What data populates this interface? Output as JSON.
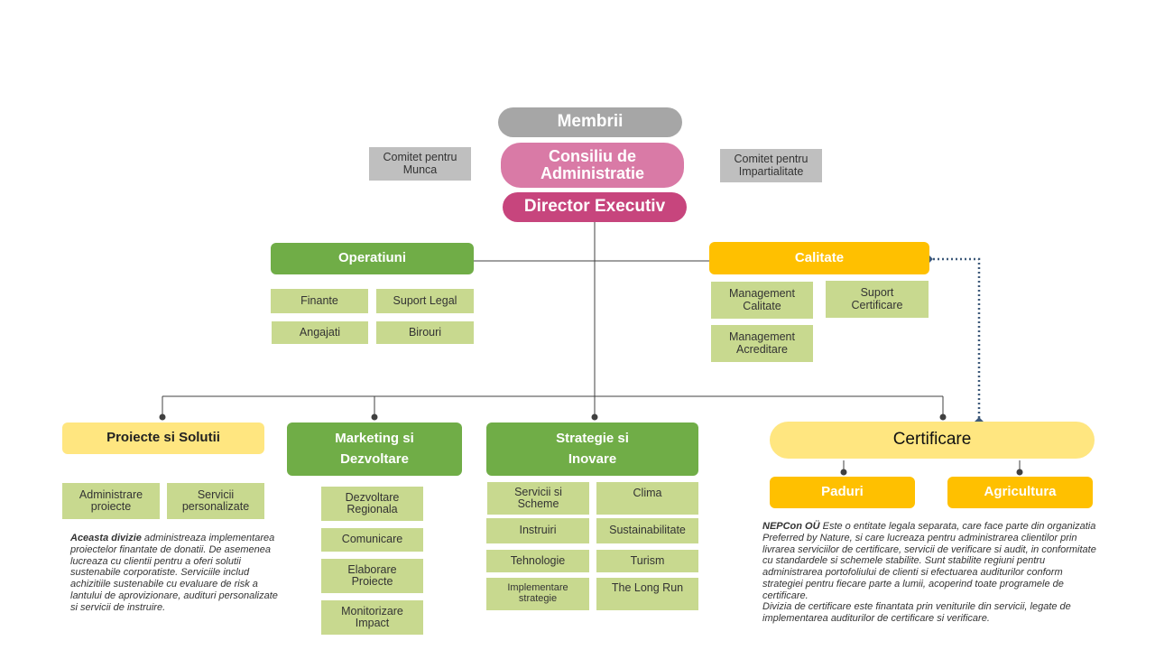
{
  "top": {
    "members": "Membrii",
    "board_line1": "Consiliu de",
    "board_line2": "Administratie",
    "director": "Director Executiv"
  },
  "committees": {
    "work_line1": "Comitet pentru",
    "work_line2": "Munca",
    "impartiality_line1": "Comitet pentru",
    "impartiality_line2": "Impartialitate"
  },
  "operations": {
    "title": "Operatiuni",
    "items": [
      "Finante",
      "Suport Legal",
      "Angajati",
      "Birouri"
    ]
  },
  "quality": {
    "title": "Calitate",
    "mgmt_quality": [
      "Management",
      "Calitate"
    ],
    "support_cert": [
      "Suport",
      "Certificare"
    ],
    "mgmt_accred": [
      "Management",
      "Acreditare"
    ]
  },
  "projects": {
    "title": "Proiecte si Solutii",
    "admin": [
      "Administrare",
      "proiecte"
    ],
    "services": [
      "Servicii",
      "personalizate"
    ],
    "note_bold": "Aceasta divizie",
    "note_text": " administreaza implementarea proiectelor finantate de donatii. De asemenea lucreaza cu clientii pentru a oferi solutii sustenabile corporatiste. Serviciile includ achizitiile sustenabile cu evaluare de risk a lantului de aprovizionare, audituri personalizate si servicii de instruire."
  },
  "marketing": {
    "title_line1": "Marketing si",
    "title_line2": "Dezvoltare",
    "regional": [
      "Dezvoltare",
      "Regionala"
    ],
    "communication": "Comunicare",
    "proposals": [
      "Elaborare",
      "Proiecte"
    ],
    "impact": [
      "Monitorizare",
      "Impact"
    ]
  },
  "strategy": {
    "title_line1": "Strategie si",
    "title_line2": "Inovare",
    "schemes": [
      "Servicii si",
      "Scheme"
    ],
    "climate": "Clima",
    "tools": "Instruiri",
    "sustainability": "Sustainabilitate",
    "technology": "Tehnologie",
    "tourism": "Turism",
    "implementation": [
      "Implementare",
      "strategie"
    ],
    "long_run": "The Long Run"
  },
  "certification": {
    "title": "Certificare",
    "forests": "Paduri",
    "agriculture": "Agricultura",
    "note_bold": "NEPCon OÜ",
    "note_text": " Este o entitate legala separata, care face parte din organizatia Preferred by Nature, si care lucreaza pentru administrarea clientilor prin livrarea serviciilor de certificare, servicii de verificare si audit, in conformitate cu standardele si schemele stabilite. Sunt stabilite regiuni pentru administrarea portofoliului de clienti si efectuarea auditurilor conform strategiei pentru fiecare parte a lumii, acoperind toate programele de certificare.",
    "note_text2": "Divizia de certificare este finantata prin veniturile din servicii, legate de implementarea auditurilor de certificare si verificare."
  },
  "colors": {
    "members": "#a6a6a6",
    "board": "#d97aa6",
    "director": "#c7457d",
    "green_dark": "#70ad47",
    "green_light": "#c8d98f",
    "yellow": "#ffc000",
    "yellow_light": "#ffe680",
    "gray": "#bfbfbf",
    "dotted_line": "#3f5a7a"
  }
}
